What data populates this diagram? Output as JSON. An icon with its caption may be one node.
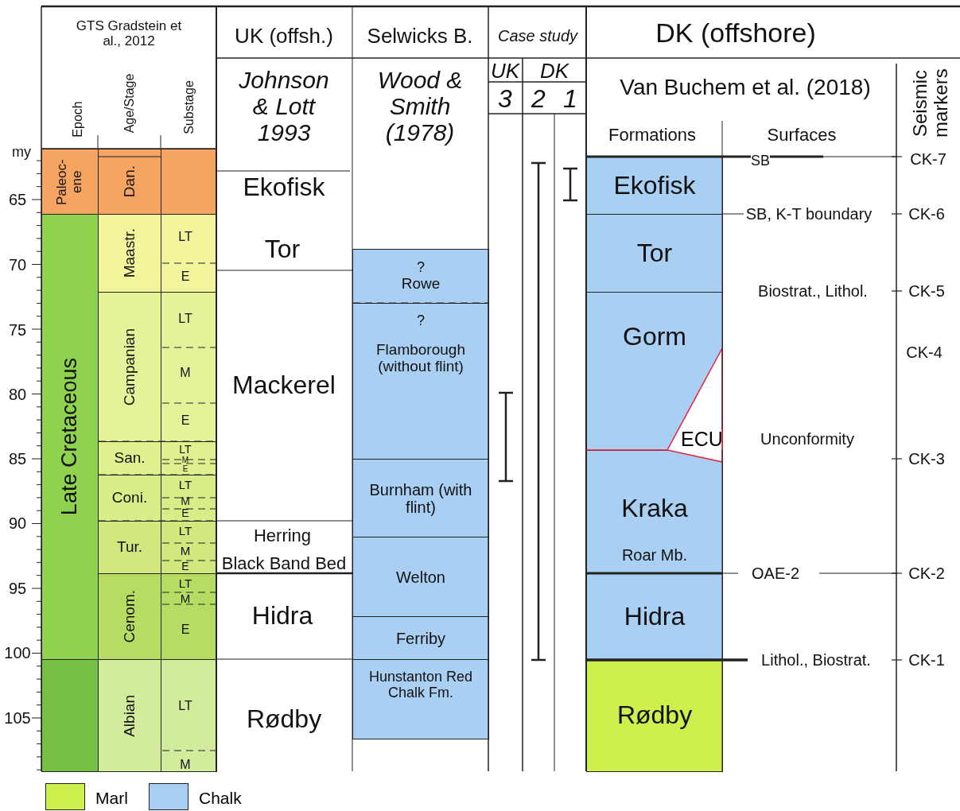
{
  "diagram": {
    "nodes": [
      {
        "text": [
          "Paleoc- ene"
        ]
      },
      {
        "text": [
          "Late Cretaceous"
        ]
      },
      {
        "text": [],
        "shape": "box"
      },
      {
        "text": [
          "Dan."
        ]
      },
      {
        "text": [
          "Maastr."
        ]
      },
      {
        "text": [
          "Campanian"
        ]
      },
      {
        "text": [
          "San."
        ]
      },
      {
        "text": [
          "Coni."
        ]
      },
      {
        "text": [
          "Tur."
        ]
      },
      {
        "text": [
          "Cenom."
        ]
      },
      {
        "text": [
          "Albian"
        ]
      },
      {
        "text": [
          "?",
          "Rowe"
        ]
      },
      {
        "text": [
          "?",
          "Flamborough (without flint)"
        ]
      },
      {
        "text": [
          "Burnham (with flint)"
        ]
      },
      {
        "text": [
          "Welton"
        ]
      },
      {
        "text": [
          "Ferriby"
        ]
      },
      {
        "text": [
          "Hunstanton Red Chalk Fm."
        ]
      },
      {
        "text": [
          "Ekofisk"
        ]
      },
      {
        "text": [
          "Tor"
        ]
      },
      {
        "text": [
          "Gorm"
        ]
      },
      {
        "text": [
          "Kraka",
          "Roar Mb."
        ]
      },
      {
        "text": [
          "Hidra"
        ]
      },
      {
        "text": [
          "Rødby"
        ]
      },
      {
        "text": [
          "ECU"
        ]
      }
    ],
    "edges": [],
    "labels": [
      "GTS Gradstein et al., 2012",
      "UK (offsh.)",
      "Selwicks B.",
      "Case study",
      "DK (offshore)",
      "Epoch",
      "Age/Stage",
      "Substage",
      "Johnson & Lott 1993",
      "Wood & Smith (1978)",
      "UK",
      "DK",
      "3",
      "2",
      "1",
      "Van Buchem et al. (2018)",
      "Seismic markers",
      "Formations",
      "Surfaces",
      "my",
      "65",
      "70",
      "75",
      "80",
      "85",
      "90",
      "95",
      "100",
      "105",
      "LT",
      "E",
      "LT",
      "M",
      "E",
      "LT",
      "M",
      "E",
      "LT",
      "M",
      "E",
      "LT",
      "M",
      "E",
      "LT",
      "M",
      "E",
      "LT",
      "M",
      "Ekofisk",
      "Tor",
      "Mackerel",
      "Herring",
      "Black Band Bed",
      "Hidra",
      "Rødby",
      "SB",
      "SB, K-T boundary",
      "Biostrat., Lithol.",
      "Unconformity",
      "OAE-2",
      "Lithol., Biostrat.",
      "CK-7",
      "CK-6",
      "CK-5",
      "CK-4",
      "CK-3",
      "CK-2",
      "CK-1"
    ],
    "legend": [
      {
        "text": "Marl",
        "color": "#cdf04c"
      },
      {
        "text": "Chalk",
        "color": "#a9cff3"
      }
    ]
  }
}
